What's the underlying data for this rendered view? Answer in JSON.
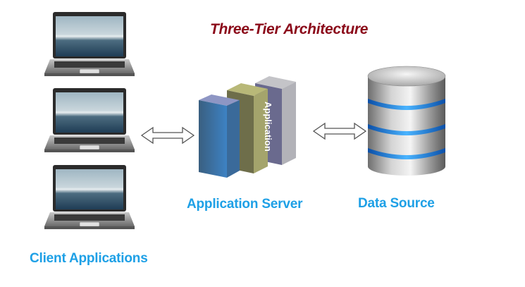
{
  "diagram": {
    "title": "Three-Tier Architecture",
    "tiers": [
      {
        "id": "client",
        "label": "Client Applications",
        "icon": "laptop-icon",
        "count": 3
      },
      {
        "id": "server",
        "label": "Application Server",
        "icon": "server-blocks-icon",
        "block_text": "Application"
      },
      {
        "id": "data",
        "label": "Data Source",
        "icon": "database-icon"
      }
    ],
    "connections": [
      {
        "from": "client",
        "to": "server",
        "type": "bidirectional-arrow"
      },
      {
        "from": "server",
        "to": "data",
        "type": "bidirectional-arrow"
      }
    ],
    "colors": {
      "title": "#8b0a1a",
      "labels": "#1ea0e6",
      "block_front": "#3d6d94",
      "block_middle": "#9a9a62",
      "block_back": "#a9a9b4",
      "db_ring_glow": "#2a8cf0"
    }
  }
}
